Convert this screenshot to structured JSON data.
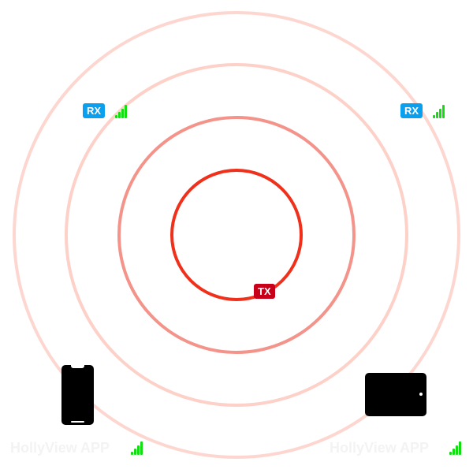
{
  "receivers": [
    {
      "badge": "RX"
    },
    {
      "badge": "RX"
    }
  ],
  "transmitter": {
    "badge": "TX"
  },
  "devices": [
    {
      "label": "HollyView APP",
      "icon": "phone-icon"
    },
    {
      "label": "HollyView APP",
      "icon": "tablet-icon"
    }
  ],
  "colors": {
    "rx": "#0aa0f0",
    "tx": "#c8001a",
    "signal": "#10e010"
  }
}
